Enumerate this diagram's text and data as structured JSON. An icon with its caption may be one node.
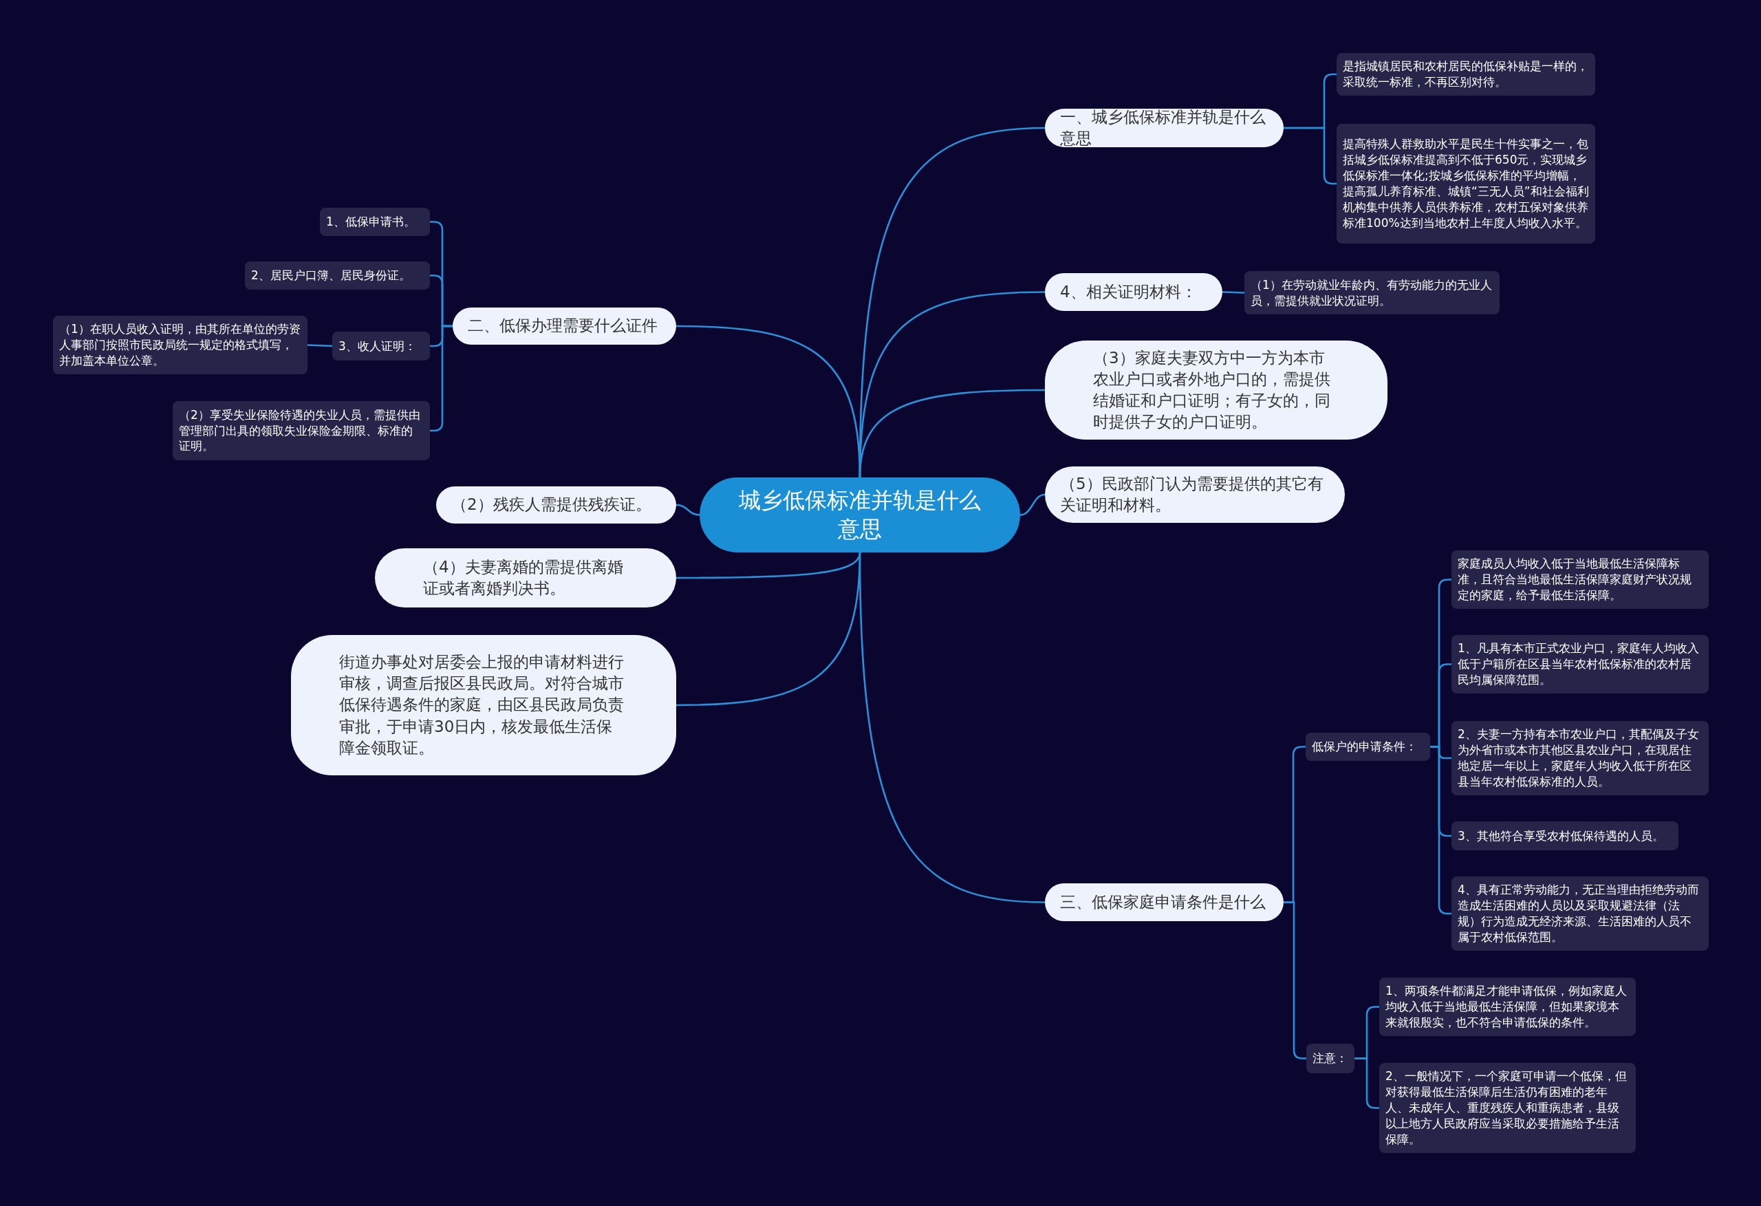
{
  "diagram": {
    "nodes": [
      {
        "text": [
          "城乡低保标准并轨是什么意思"
        ]
      },
      {
        "text": [
          "一、城乡低保标准并轨是什么意思"
        ]
      },
      {
        "text": [
          "是指城镇居民和农村居民的低保补贴是一样的，采取统一标准，不再区别对待。"
        ]
      },
      {
        "text": [
          "提高特殊人群救助水平是民生十件实事之一，包括城乡低保标准提高到不低于650元，实现城乡低保标准一体化;按城乡低保标准的平均增幅，提高孤儿养育标准、城镇“三无人员”和社会福利机构集中供养人员供养标准，农村五保对象供养标准100%达到当地农村上年度人均收入水平。"
        ]
      },
      {
        "text": [
          "4、相关证明材料："
        ]
      },
      {
        "text": [
          "（1）在劳动就业年龄内、有劳动能力的无业人员，需提供就业状况证明。"
        ]
      },
      {
        "text": [
          "（3）家庭夫妻双方中一方为本市农业户口或者外地户口的，需提供结婚证和户口证明；有子女的，同时提供子女的户口证明。"
        ]
      },
      {
        "text": [
          "（5）民政部门认为需要提供的其它有关证明和材料。"
        ]
      },
      {
        "text": [
          "三、低保家庭申请条件是什么"
        ]
      },
      {
        "text": [
          "低保户的申请条件："
        ]
      },
      {
        "text": [
          "家庭成员人均收入低于当地最低生活保障标准，且符合当地最低生活保障家庭财产状况规定的家庭，给予最低生活保障。"
        ]
      },
      {
        "text": [
          "1、凡具有本市正式农业户口，家庭年人均收入低于户籍所在区县当年农村低保标准的农村居民均属保障范围。"
        ]
      },
      {
        "text": [
          "2、夫妻一方持有本市农业户口，其配偶及子女为外省市或本市其他区县农业户口，在现居住地定居一年以上，家庭年人均收入低于所在区县当年农村低保标准的人员。"
        ]
      },
      {
        "text": [
          "3、其他符合享受农村低保待遇的人员。"
        ]
      },
      {
        "text": [
          "4、具有正常劳动能力，无正当理由拒绝劳动而造成生活困难的人员以及采取规避法律（法规）行为造成无经济来源、生活困难的人员不属于农村低保范围。"
        ]
      },
      {
        "text": [
          "注意："
        ]
      },
      {
        "text": [
          "1、两项条件都满足才能申请低保，例如家庭人均收入低于当地最低生活保障，但如果家境本来就很殷实，也不符合申请低保的条件。"
        ]
      },
      {
        "text": [
          "2、一般情况下，一个家庭可申请一个低保，但对获得最低生活保障后生活仍有困难的老年人、未成年人、重度残疾人和重病患者，县级以上地方人民政府应当采取必要措施给予生活保障。"
        ]
      },
      {
        "text": [
          "二、低保办理需要什么证件"
        ]
      },
      {
        "text": [
          "1、低保申请书。"
        ]
      },
      {
        "text": [
          "2、居民户口簿、居民身份证。"
        ]
      },
      {
        "text": [
          "3、收人证明："
        ]
      },
      {
        "text": [
          "（1）在职人员收入证明，由其所在单位的劳资人事部门按照市民政局统一规定的格式填写，并加盖本单位公章。"
        ]
      },
      {
        "text": [
          "（2）享受失业保险待遇的失业人员，需提供由管理部门出具的领取失业保险金期限、标准的证明。"
        ]
      },
      {
        "text": [
          "（2）残疾人需提供残疾证。"
        ]
      },
      {
        "text": [
          "（4）夫妻离婚的需提供离婚证或者离婚判决书。"
        ]
      },
      {
        "text": [
          "街道办事处对居委会上报的申请材料进行审核，调查后报区县民政局。对符合城市低保待遇条件的家庭，由区县民政局负责审批，于申请30日内，核发最低生活保障金领取证。"
        ]
      }
    ],
    "edges": [
      {
        "from": 0,
        "to": 1,
        "arrow": "none"
      },
      {
        "from": 1,
        "to": 2,
        "arrow": "none"
      },
      {
        "from": 1,
        "to": 3,
        "arrow": "none"
      },
      {
        "from": 0,
        "to": 4,
        "arrow": "none"
      },
      {
        "from": 4,
        "to": 5,
        "arrow": "none"
      },
      {
        "from": 0,
        "to": 6,
        "arrow": "none"
      },
      {
        "from": 0,
        "to": 7,
        "arrow": "none"
      },
      {
        "from": 0,
        "to": 8,
        "arrow": "none"
      },
      {
        "from": 8,
        "to": 9,
        "arrow": "none"
      },
      {
        "from": 9,
        "to": 10,
        "arrow": "none"
      },
      {
        "from": 9,
        "to": 11,
        "arrow": "none"
      },
      {
        "from": 9,
        "to": 12,
        "arrow": "none"
      },
      {
        "from": 9,
        "to": 13,
        "arrow": "none"
      },
      {
        "from": 9,
        "to": 14,
        "arrow": "none"
      },
      {
        "from": 8,
        "to": 15,
        "arrow": "none"
      },
      {
        "from": 15,
        "to": 16,
        "arrow": "none"
      },
      {
        "from": 15,
        "to": 17,
        "arrow": "none"
      },
      {
        "from": 0,
        "to": 18,
        "arrow": "none"
      },
      {
        "from": 18,
        "to": 19,
        "arrow": "none"
      },
      {
        "from": 18,
        "to": 20,
        "arrow": "none"
      },
      {
        "from": 18,
        "to": 21,
        "arrow": "none"
      },
      {
        "from": 21,
        "to": 22,
        "arrow": "none"
      },
      {
        "from": 18,
        "to": 23,
        "arrow": "none"
      },
      {
        "from": 0,
        "to": 24,
        "arrow": "none"
      },
      {
        "from": 0,
        "to": 25,
        "arrow": "none"
      },
      {
        "from": 0,
        "to": 26,
        "arrow": "none"
      }
    ]
  }
}
